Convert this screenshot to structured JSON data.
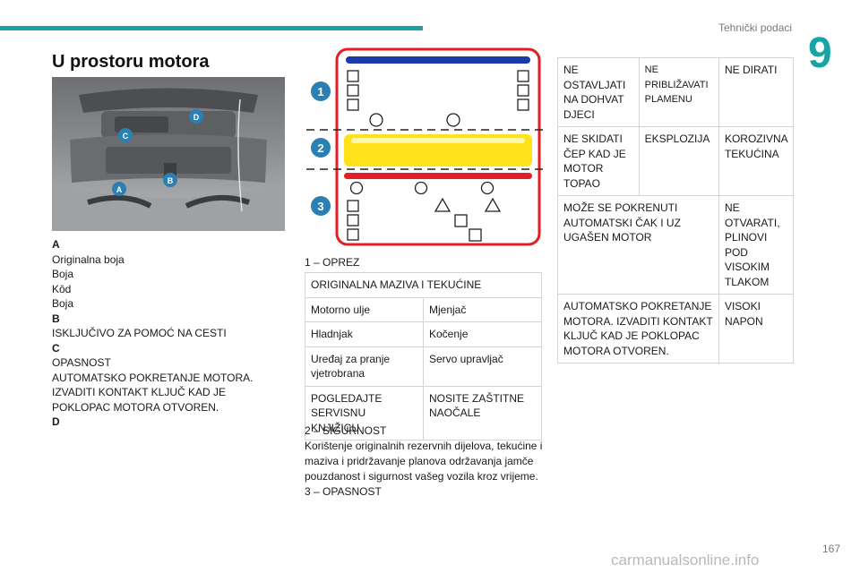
{
  "header": {
    "section": "Tehnički podaci",
    "chapter_number": "9"
  },
  "title": "U prostoru motora",
  "photo": {
    "callouts": [
      "A",
      "B",
      "C",
      "D"
    ]
  },
  "legend": [
    {
      "key": "A",
      "lines": [
        "Originalna boja",
        "Boja",
        "Kôd",
        "Boja"
      ]
    },
    {
      "key": "B",
      "lines": [
        "ISKLJUČIVO ZA POMOĆ NA CESTI"
      ]
    },
    {
      "key": "C",
      "lines": [
        "OPASNOST",
        "AUTOMATSKO POKRETANJE MOTORA.",
        "IZVADITI KONTAKT KLJUČ KAD JE",
        "POKLOPAC MOTORA OTVOREN."
      ]
    },
    {
      "key": "D",
      "lines": []
    }
  ],
  "diagram": {
    "markers": [
      "1",
      "2",
      "3"
    ]
  },
  "caution": {
    "title": "1 – OPREZ",
    "header": "ORIGINALNA MAZIVA I TEKUĆINE",
    "rows": [
      [
        "Motorno ulje",
        "Mjenjač"
      ],
      [
        "Hladnjak",
        "Kočenje"
      ],
      [
        "Uređaj za pranje vjetrobrana",
        "Servo upravljač"
      ],
      [
        "POGLEDAJTE SERVISNU KNJIŽICU.",
        "NOSITE ZAŠTITNE NAOČALE"
      ]
    ]
  },
  "safety": {
    "title": "2 – SIGURNOST",
    "text": "Korištenje originalnih rezervnih dijelova, tekućine i maziva i pridržavanje planova održavanja jamče pouzdanost i sigurnost vašeg vozila kroz vrijeme."
  },
  "danger": {
    "title": "3 – OPASNOST",
    "rows": [
      [
        "NE OSTAVLJATI NA DOHVAT DJECI",
        "NE PRIBLIŽAVATI PLAMENU",
        "NE DIRATI"
      ],
      [
        "NE SKIDATI ČEP KAD JE MOTOR TOPAO",
        "EKSPLOZIJA",
        "KOROZIVNA TEKUĆINA"
      ],
      [
        "MOŽE SE POKRENUTI AUTOMATSKI ČAK I UZ UGAŠEN MOTOR",
        "NE OTVARATI, PLINOVI POD VISOKIM TLAKOM"
      ],
      [
        "AUTOMATSKO POKRETANJE MOTORA. IZVADITI KONTAKT KLJUČ KAD JE POKLOPAC MOTORA OTVOREN.",
        "VISOKI NAPON"
      ]
    ]
  },
  "page_number": "167",
  "watermark": "carmanualsonline.info",
  "colors": {
    "accent": "#19a3a5",
    "callout": "#2a7fb3",
    "red": "#e31e24",
    "blue": "#1b3aa8",
    "yellow": "#ffe21a"
  }
}
